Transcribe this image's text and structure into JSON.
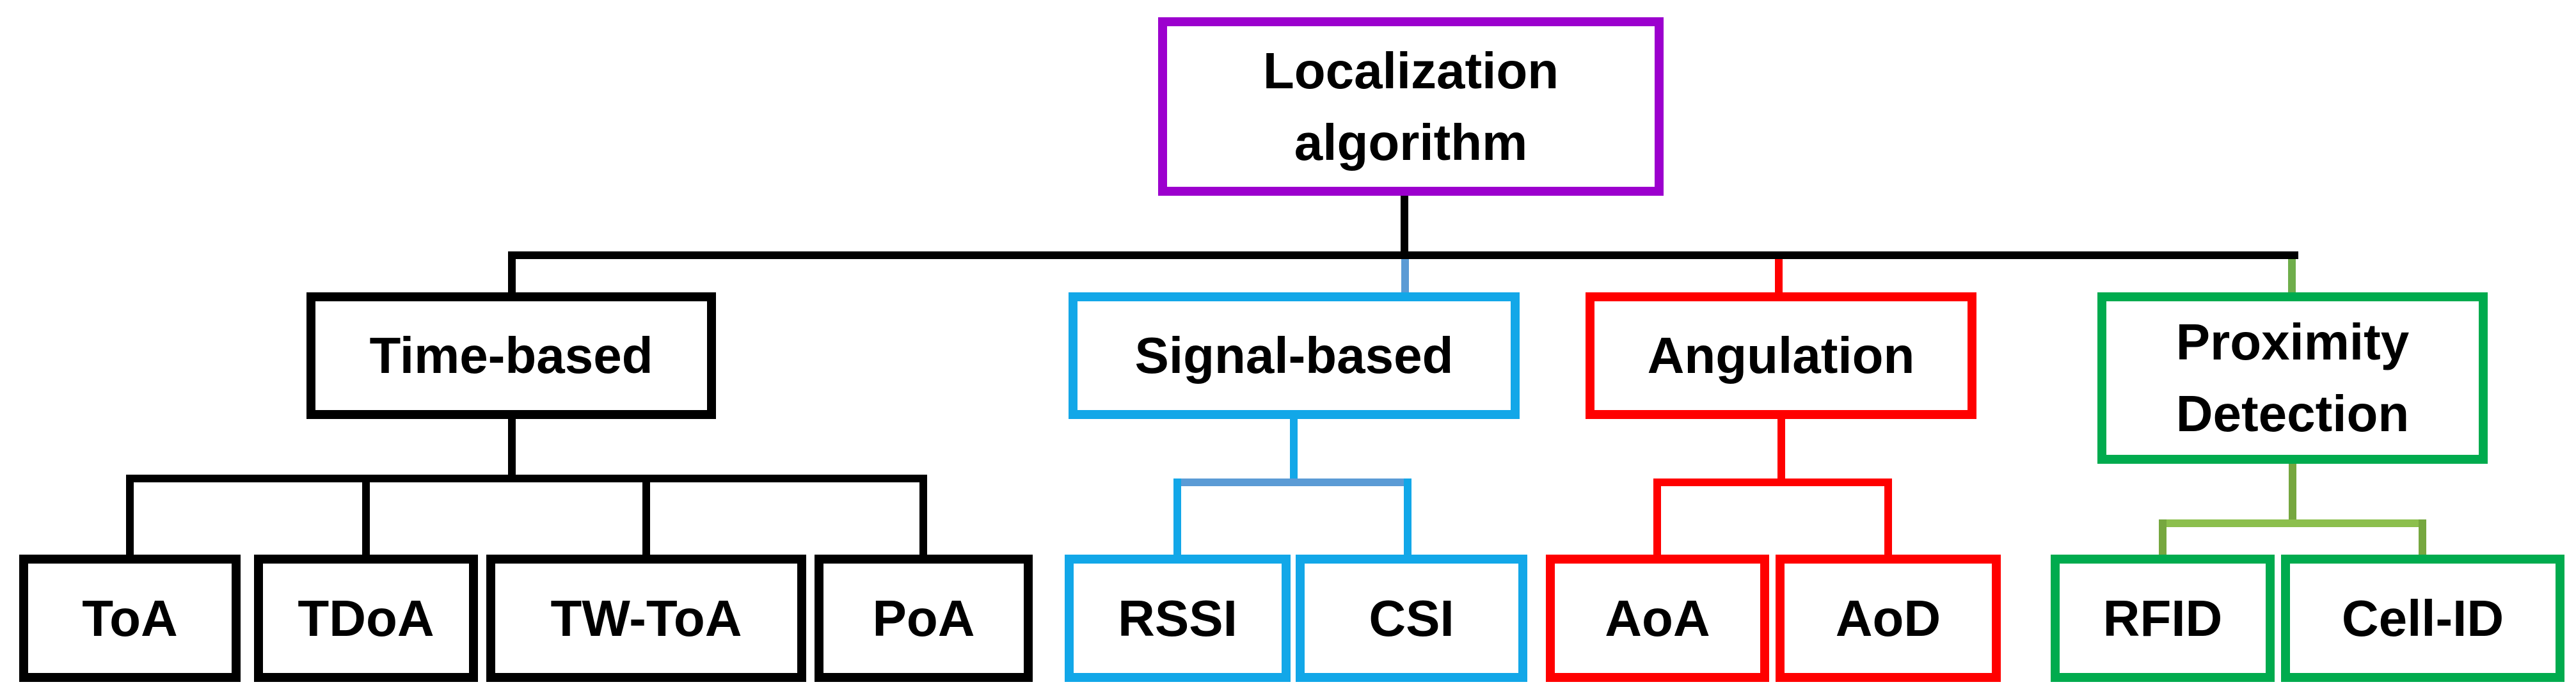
{
  "tree": {
    "background_color": "#ffffff",
    "text_color": "#000000",
    "trunk_color": "#000000",
    "root": {
      "label": "Localization algorithm",
      "lines": [
        "Localization",
        "algorithm"
      ],
      "border_color": "#9C00CE"
    },
    "branches": [
      {
        "label": "Time-based",
        "border_color": "#000000",
        "drop_color": "#000000",
        "stem_color": "#000000",
        "bar_color": "#000000",
        "riser_color": "#000000",
        "children": [
          {
            "label": "ToA",
            "border_color": "#000000"
          },
          {
            "label": "TDoA",
            "border_color": "#000000"
          },
          {
            "label": "TW-ToA",
            "border_color": "#000000"
          },
          {
            "label": "PoA",
            "border_color": "#000000"
          }
        ]
      },
      {
        "label": "Signal-based",
        "border_color": "#12A7E8",
        "drop_color": "#5B9BD5",
        "stem_color": "#12A7E8",
        "bar_color": "#5B9BD5",
        "riser_color": "#12A7E8",
        "children": [
          {
            "label": "RSSI",
            "border_color": "#12A7E8"
          },
          {
            "label": "CSI",
            "border_color": "#12A7E8"
          }
        ]
      },
      {
        "label": "Angulation",
        "border_color": "#FF0000",
        "drop_color": "#FF0000",
        "stem_color": "#FF0000",
        "bar_color": "#FF0000",
        "riser_color": "#FF0000",
        "children": [
          {
            "label": "AoA",
            "border_color": "#FF0000"
          },
          {
            "label": "AoD",
            "border_color": "#FF0000"
          }
        ]
      },
      {
        "label": "Proximity Detection",
        "lines": [
          "Proximity",
          "Detection"
        ],
        "border_color": "#00AB4E",
        "drop_color": "#6FAE4B",
        "stem_color": "#76A73F",
        "bar_color": "#8CBF4D",
        "riser_color": "#76A73F",
        "children": [
          {
            "label": "RFID",
            "border_color": "#00AB4E"
          },
          {
            "label": "Cell-ID",
            "border_color": "#00AB4E"
          }
        ]
      }
    ]
  }
}
